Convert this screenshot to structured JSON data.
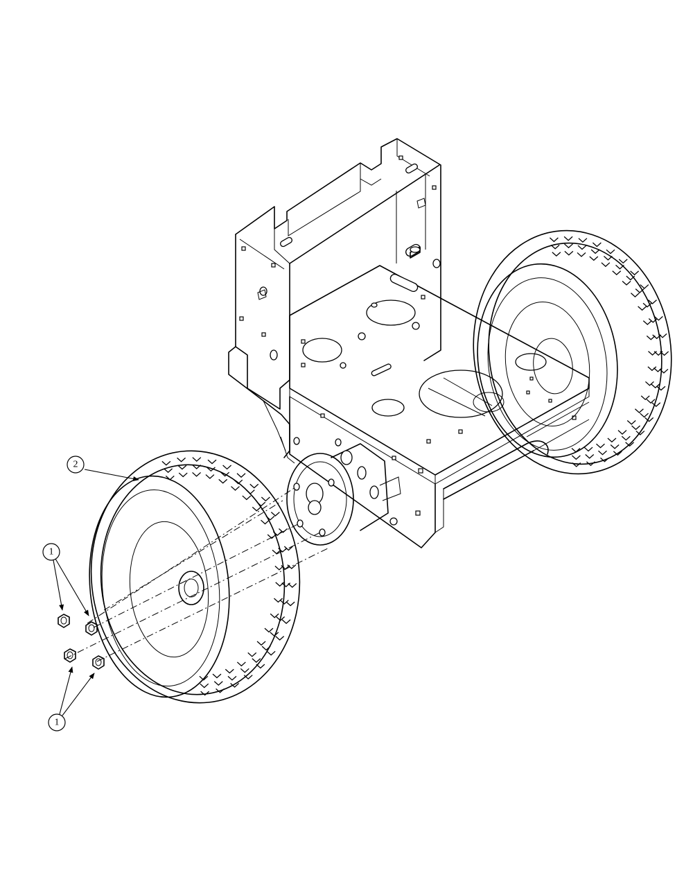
{
  "callouts": [
    {
      "id": "wheel",
      "label": "2"
    },
    {
      "id": "nuts-upper",
      "label": "1"
    },
    {
      "id": "nuts-lower",
      "label": "1"
    }
  ],
  "colors": {
    "line": "#000000",
    "background": "#ffffff"
  }
}
